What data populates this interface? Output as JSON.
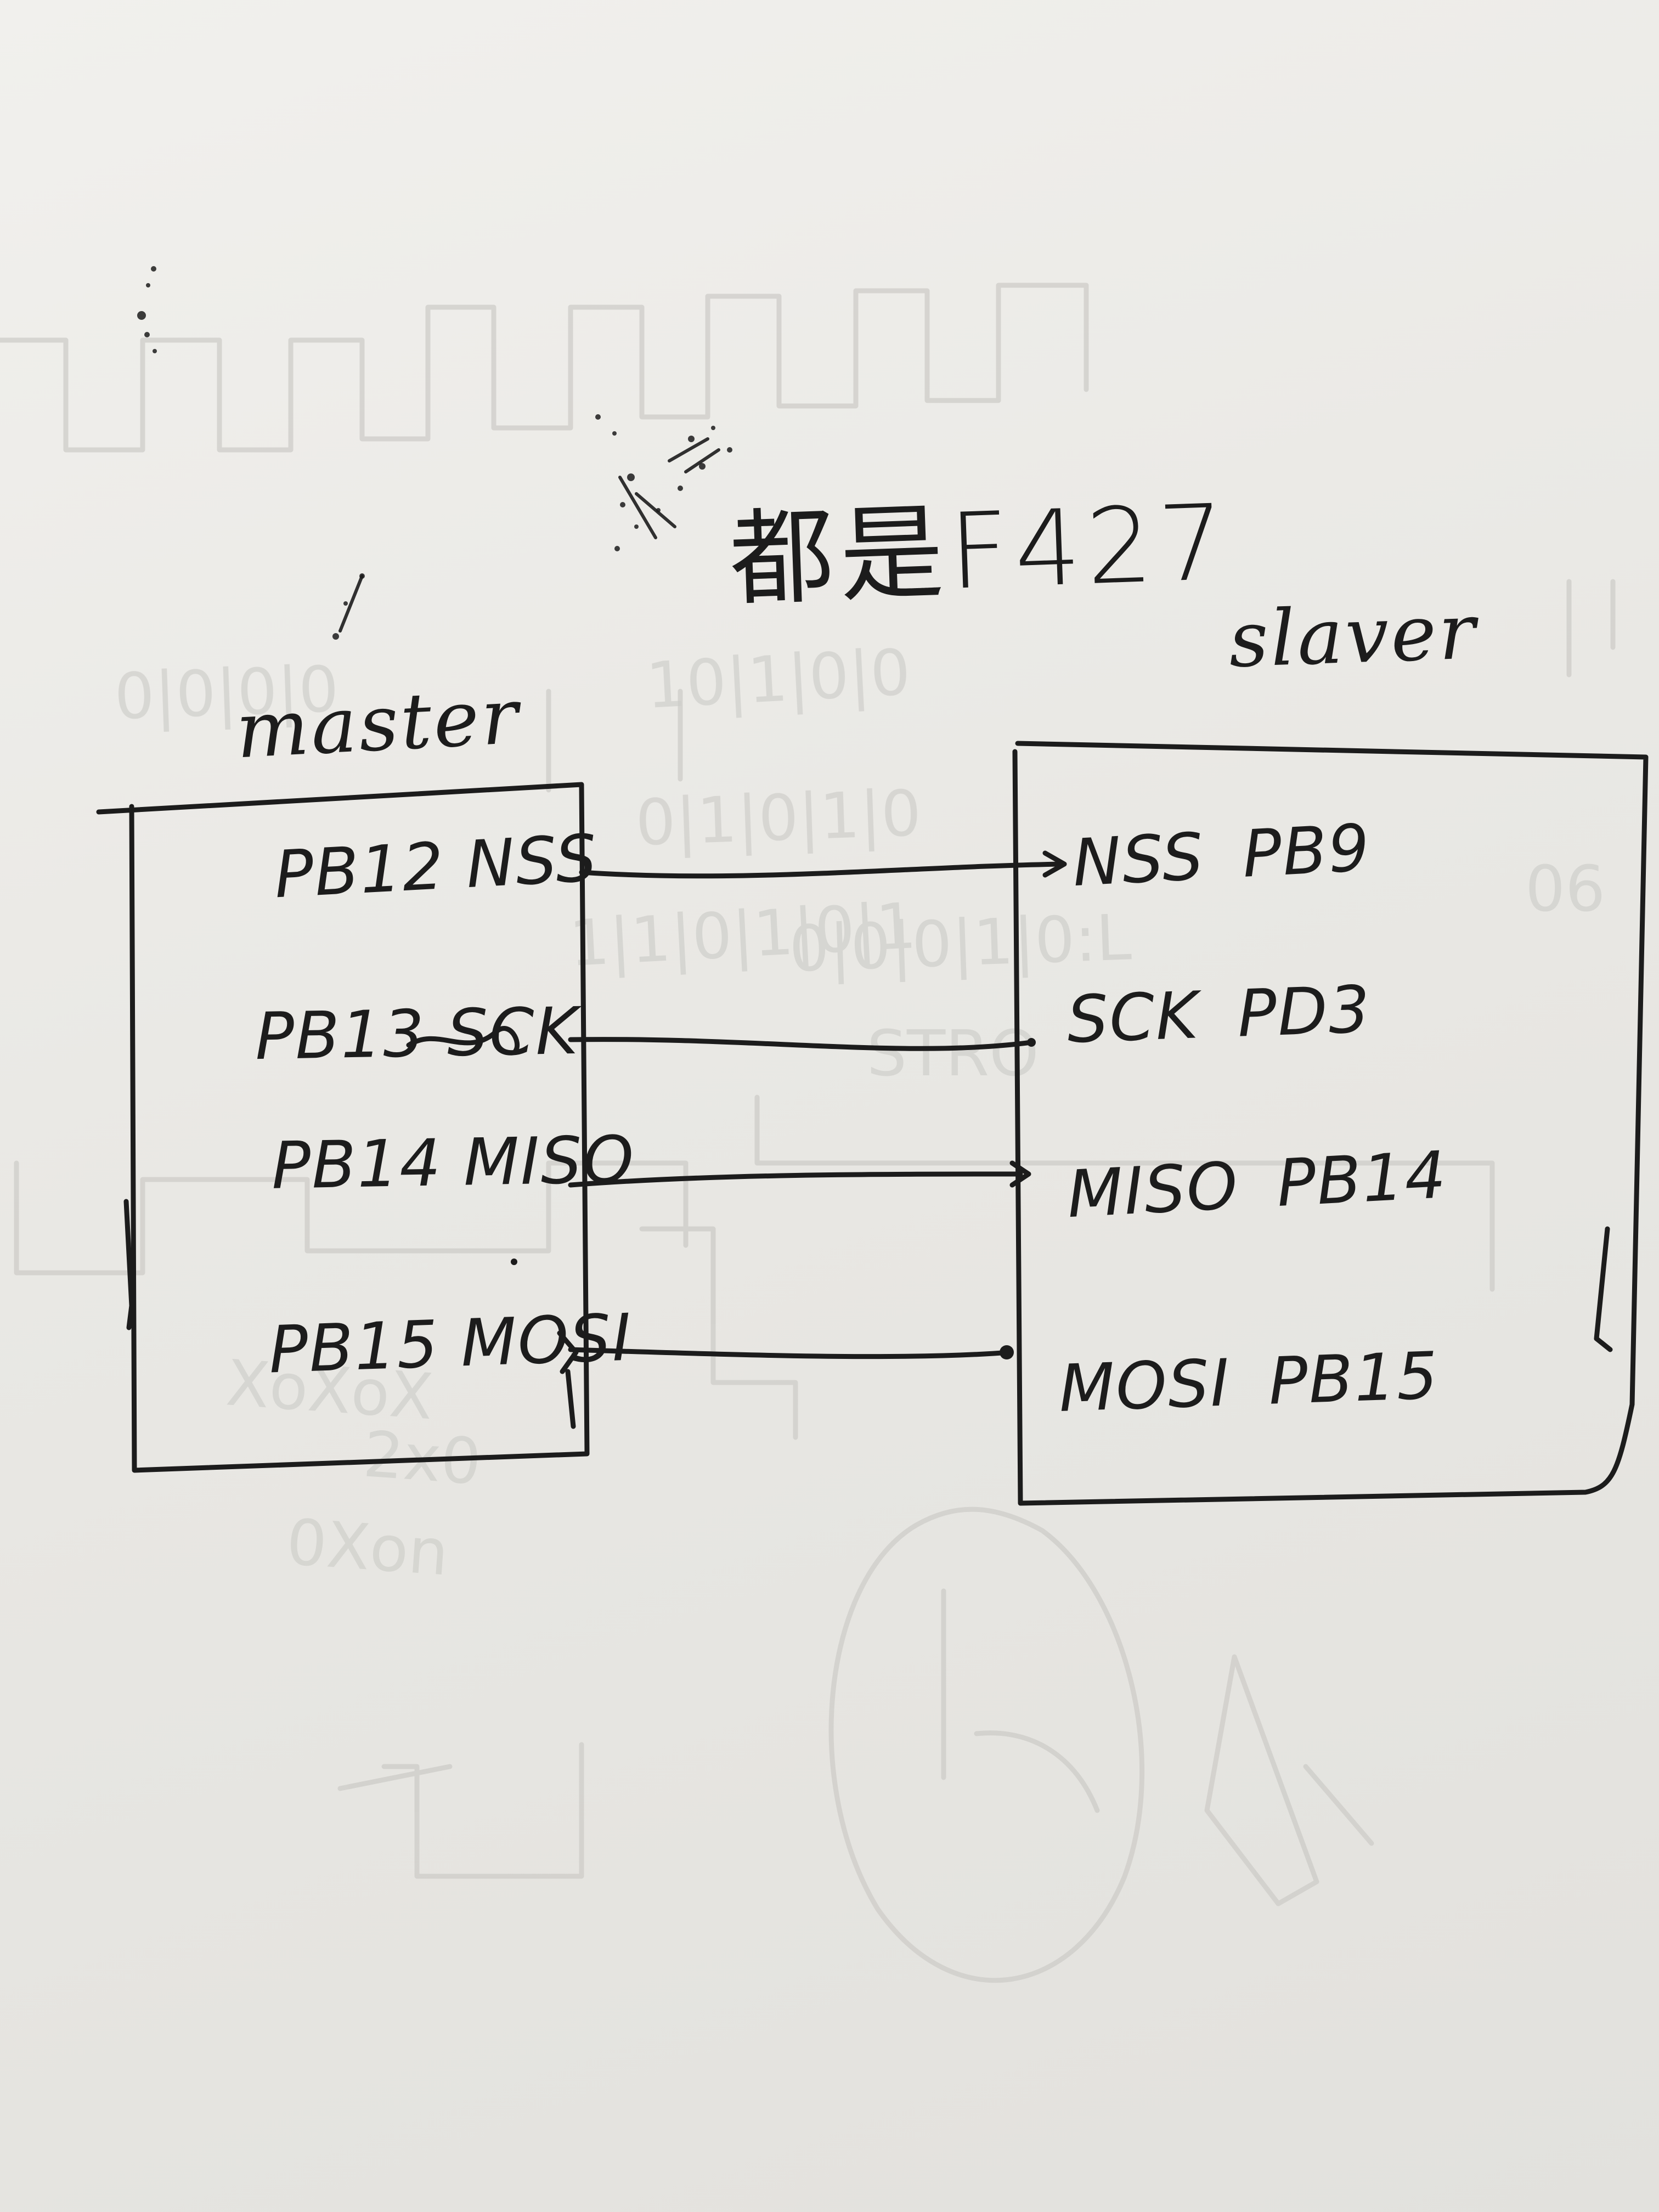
{
  "title": "都是F427",
  "master": {
    "label": "master",
    "pins": [
      {
        "port": "PB12",
        "signal": "NSS"
      },
      {
        "port": "PB13",
        "signal": "SCK"
      },
      {
        "port": "PB14",
        "signal": "MISO"
      },
      {
        "port": "PB15",
        "signal": "MOSI"
      }
    ]
  },
  "slave": {
    "label": "slaver",
    "pins": [
      {
        "signal": "NSS",
        "port": "PB9"
      },
      {
        "signal": "SCK",
        "port": "PD3"
      },
      {
        "signal": "MISO",
        "port": "PB14"
      },
      {
        "signal": "MOSI",
        "port": "PB15"
      }
    ]
  },
  "connections": [
    {
      "from": "PB12 NSS",
      "to": "NSS PB9"
    },
    {
      "from": "PB13 SCK",
      "to": "SCK PD3"
    },
    {
      "from": "PB14 MISO",
      "to": "MISO PB14"
    },
    {
      "from": "PB15 MOSI",
      "to": "MOSI PB15"
    }
  ],
  "colors": {
    "ink": "#1c1c1c",
    "paper": "#ecebe8",
    "bleed_through": "#c9c8c4"
  }
}
